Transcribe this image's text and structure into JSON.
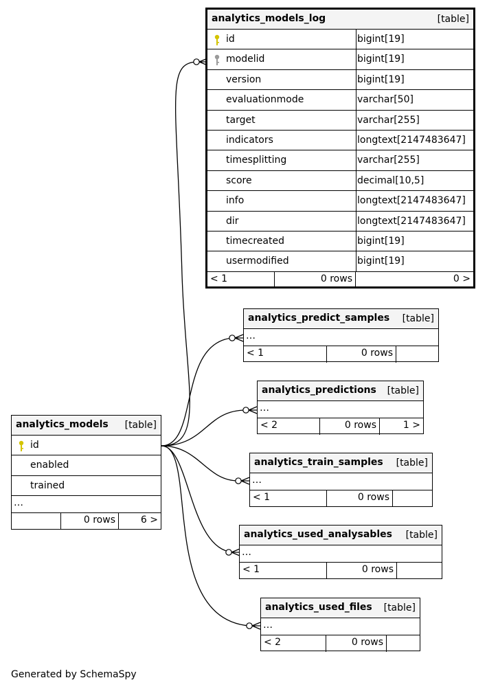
{
  "diagram": {
    "generated_by": "Generated by SchemaSpy",
    "tables": {
      "log": {
        "name": "analytics_models_log",
        "tag": "[table]",
        "columns": [
          {
            "name": "id",
            "type": "bigint[19]",
            "key": "primary"
          },
          {
            "name": "modelid",
            "type": "bigint[19]",
            "key": "foreign"
          },
          {
            "name": "version",
            "type": "bigint[19]",
            "key": "none"
          },
          {
            "name": "evaluationmode",
            "type": "varchar[50]",
            "key": "none"
          },
          {
            "name": "target",
            "type": "varchar[255]",
            "key": "none"
          },
          {
            "name": "indicators",
            "type": "longtext[2147483647]",
            "key": "none"
          },
          {
            "name": "timesplitting",
            "type": "varchar[255]",
            "key": "none"
          },
          {
            "name": "score",
            "type": "decimal[10,5]",
            "key": "none"
          },
          {
            "name": "info",
            "type": "longtext[2147483647]",
            "key": "none"
          },
          {
            "name": "dir",
            "type": "longtext[2147483647]",
            "key": "none"
          },
          {
            "name": "timecreated",
            "type": "bigint[19]",
            "key": "none"
          },
          {
            "name": "usermodified",
            "type": "bigint[19]",
            "key": "none"
          }
        ],
        "footer": {
          "parents": "< 1",
          "rows": "0 rows",
          "children": "0 >"
        }
      },
      "predict_samples": {
        "name": "analytics_predict_samples",
        "tag": "[table]",
        "ellipsis": "…",
        "footer": {
          "parents": "< 1",
          "rows": "0 rows",
          "children": ""
        }
      },
      "predictions": {
        "name": "analytics_predictions",
        "tag": "[table]",
        "ellipsis": "…",
        "footer": {
          "parents": "< 2",
          "rows": "0 rows",
          "children": "1 >"
        }
      },
      "train_samples": {
        "name": "analytics_train_samples",
        "tag": "[table]",
        "ellipsis": "…",
        "footer": {
          "parents": "< 1",
          "rows": "0 rows",
          "children": ""
        }
      },
      "used_analysables": {
        "name": "analytics_used_analysables",
        "tag": "[table]",
        "ellipsis": "…",
        "footer": {
          "parents": "< 1",
          "rows": "0 rows",
          "children": ""
        }
      },
      "used_files": {
        "name": "analytics_used_files",
        "tag": "[table]",
        "ellipsis": "…",
        "footer": {
          "parents": "< 2",
          "rows": "0 rows",
          "children": ""
        }
      },
      "models": {
        "name": "analytics_models",
        "tag": "[table]",
        "columns": [
          {
            "name": "id",
            "key": "primary"
          },
          {
            "name": "enabled",
            "key": "none"
          },
          {
            "name": "trained",
            "key": "none"
          }
        ],
        "ellipsis": "…",
        "footer": {
          "parents": "",
          "rows": "0 rows",
          "children": "6 >"
        }
      }
    },
    "colors": {
      "primary_key": "#d4c400",
      "foreign_key": "#9a9a9a",
      "header_bg": "#f4f4f4"
    }
  }
}
